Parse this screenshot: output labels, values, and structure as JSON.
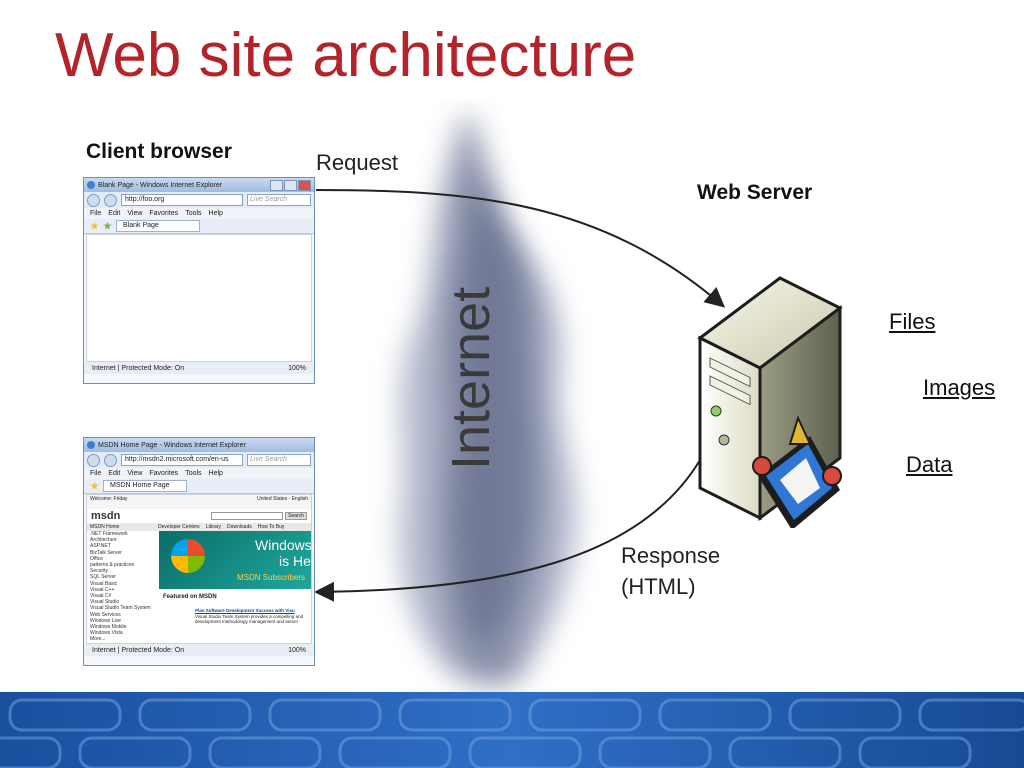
{
  "slide": {
    "title": "Web site architecture",
    "labels": {
      "client_browser": "Client browser",
      "request": "Request",
      "web_server": "Web Server",
      "internet": "Internet",
      "response": "Response",
      "response_format": "(HTML)"
    },
    "resources": [
      "Files",
      "Images",
      "Data"
    ]
  },
  "browser1": {
    "title": "Blank Page - Windows Internet Explorer",
    "url": "http://foo.org",
    "search_placeholder": "Live Search",
    "menu": [
      "File",
      "Edit",
      "View",
      "Favorites",
      "Tools",
      "Help"
    ],
    "tab": "Blank Page",
    "status": "Internet | Protected Mode: On",
    "zoom": "100%"
  },
  "browser2": {
    "title": "MSDN Home Page - Windows Internet Explorer",
    "url": "http://msdn2.microsoft.com/en-us",
    "search_placeholder": "Live Search",
    "menu": [
      "File",
      "Edit",
      "View",
      "Favorites",
      "Tools",
      "Help"
    ],
    "tab": "MSDN Home Page",
    "logo": "msdn",
    "welcome": "Welcome: Friday",
    "locale": "United States - English",
    "search_button": "Search",
    "nav": [
      "MSDN Home",
      "Developer Centers",
      "Library",
      "Downloads",
      "How To Buy"
    ],
    "sidebar": [
      ".NET Framework",
      "Architecture",
      "ASP.NET",
      "BizTalk Server",
      "Office",
      "patterns & practices",
      "Security",
      "SQL Server",
      "Visual Basic",
      "Visual C++",
      "Visual C#",
      "Visual Studio",
      "Visual Studio Team System",
      "Web Services",
      "Windows Live",
      "Windows Mobile",
      "Windows Vista",
      "More..."
    ],
    "banner_line1": "Windows",
    "banner_line2": "is He",
    "banner_sub": "MSDN Subscribers",
    "featured_title": "Featured on MSDN",
    "featured_link": "Plan Software Development Success with Visu",
    "featured_text": "Visual Studio Team System provides a compelling and development methodology management and autom",
    "status": "Internet | Protected Mode: On",
    "zoom": "100%"
  },
  "colors": {
    "title": "#b4232a",
    "footer_blue": "#1f57a8"
  }
}
